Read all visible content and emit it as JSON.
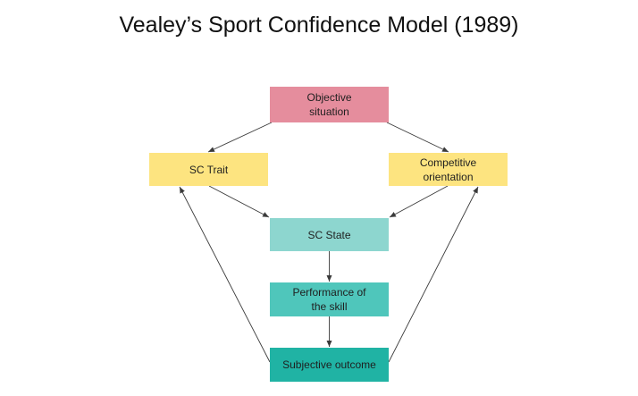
{
  "title": "Vealey’s Sport Confidence Model (1989)",
  "nodes": {
    "objective": {
      "lines": [
        "Objective",
        "situation"
      ],
      "color": "#e58d9d"
    },
    "trait": {
      "lines": [
        "SC Trait"
      ],
      "color": "#fde480"
    },
    "orientation": {
      "lines": [
        "Competitive",
        "orientation"
      ],
      "color": "#fde480"
    },
    "state": {
      "lines": [
        "SC State"
      ],
      "color": "#8dd6cf"
    },
    "performance": {
      "lines": [
        "Performance of",
        "the skill"
      ],
      "color": "#4fc6bb"
    },
    "outcome": {
      "lines": [
        "Subjective outcome"
      ],
      "color": "#20b3a4"
    }
  },
  "edges": [
    {
      "from": "objective",
      "to": "trait"
    },
    {
      "from": "objective",
      "to": "orientation"
    },
    {
      "from": "trait",
      "to": "state"
    },
    {
      "from": "orientation",
      "to": "state"
    },
    {
      "from": "state",
      "to": "performance"
    },
    {
      "from": "performance",
      "to": "outcome"
    },
    {
      "from": "outcome",
      "to": "trait"
    },
    {
      "from": "outcome",
      "to": "orientation"
    }
  ],
  "colors": {
    "arrow": "#3a3a3a",
    "title": "#111111"
  }
}
